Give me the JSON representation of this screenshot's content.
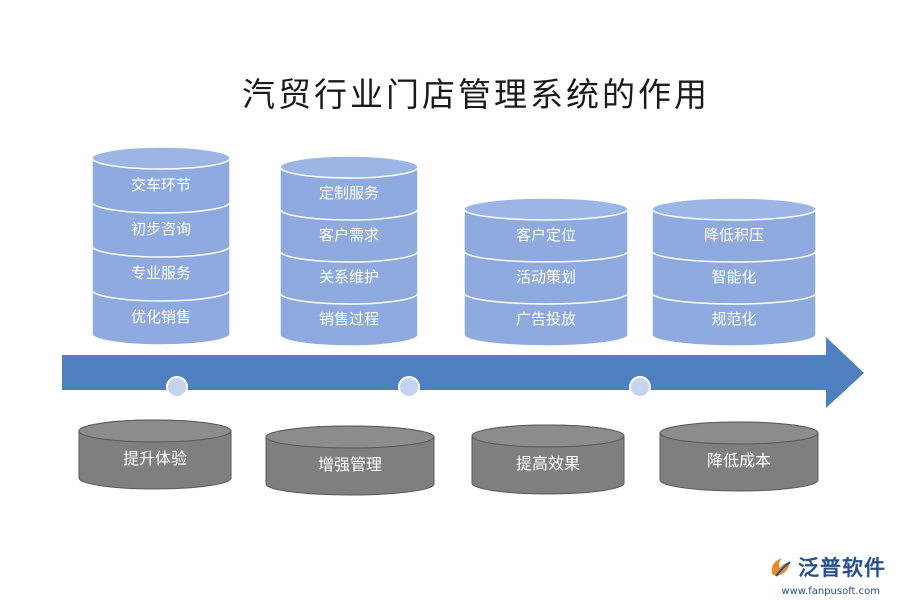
{
  "title": "汽贸行业门店管理系统的作用",
  "columns": [
    {
      "id": "experience",
      "stack": [
        "交车环节",
        "初步咨询",
        "专业服务",
        "优化销售"
      ],
      "result": "提升体验"
    },
    {
      "id": "management",
      "stack": [
        "定制服务",
        "客户需求",
        "关系维护",
        "销售过程"
      ],
      "result": "增强管理"
    },
    {
      "id": "effect",
      "stack": [
        "客户定位",
        "活动策划",
        "广告投放"
      ],
      "result": "提高效果"
    },
    {
      "id": "cost",
      "stack": [
        "降低积压",
        "智能化",
        "规范化"
      ],
      "result": "降低成本"
    }
  ],
  "colors": {
    "disk_fill": "#8eaadf",
    "disk_stroke": "#ffffff",
    "arrow": "#4e7fbf",
    "bottom_fill": "#7f7f7f",
    "bottom_top": "#8c8c8c",
    "node": "#c5d3ee"
  },
  "logo": {
    "name": "泛普软件",
    "url": "www.fanpusoft.com",
    "icon": "fanpu-logo-icon"
  }
}
